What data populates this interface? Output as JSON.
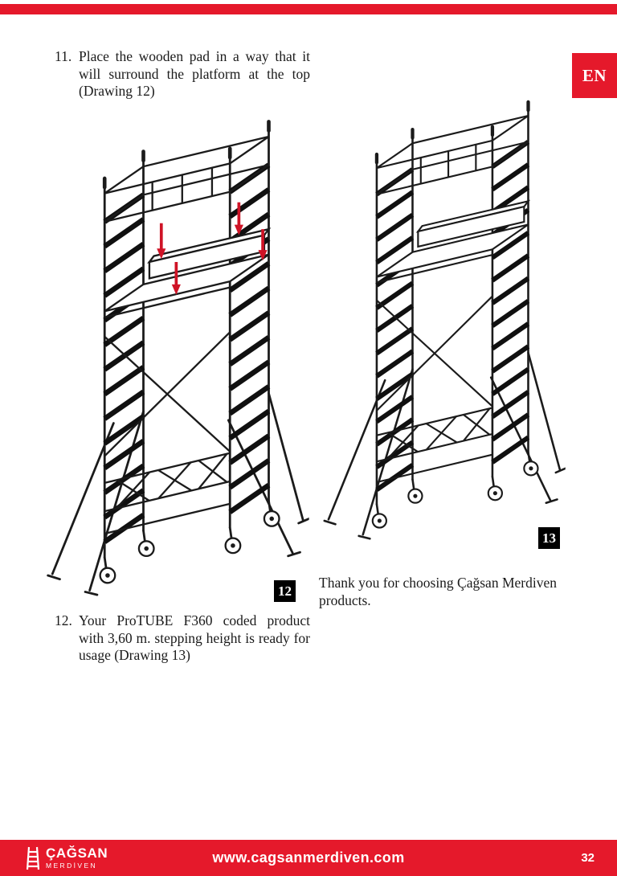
{
  "lang_badge": "EN",
  "steps": [
    {
      "number": "11.",
      "text": "Place the wooden pad in a way that it will surround the platform at the top (Drawing 12)"
    },
    {
      "number": "12.",
      "text": "Your ProTUBE F360 coded product with 3,60 m. stepping height is ready for usage (Drawing 13)"
    }
  ],
  "figures": [
    {
      "label": "12"
    },
    {
      "label": "13"
    }
  ],
  "thank_you": "Thank you for choosing Çağsan Merdiven products.",
  "footer": {
    "brand_name": "ÇAĞSAN",
    "brand_subname": "MERDİVEN",
    "url": "www.cagsanmerdiven.com",
    "page_number": "32"
  },
  "colors": {
    "accent_red": "#e5192b",
    "line_black": "#1b1b1b",
    "arrow_red": "#cf1326"
  }
}
